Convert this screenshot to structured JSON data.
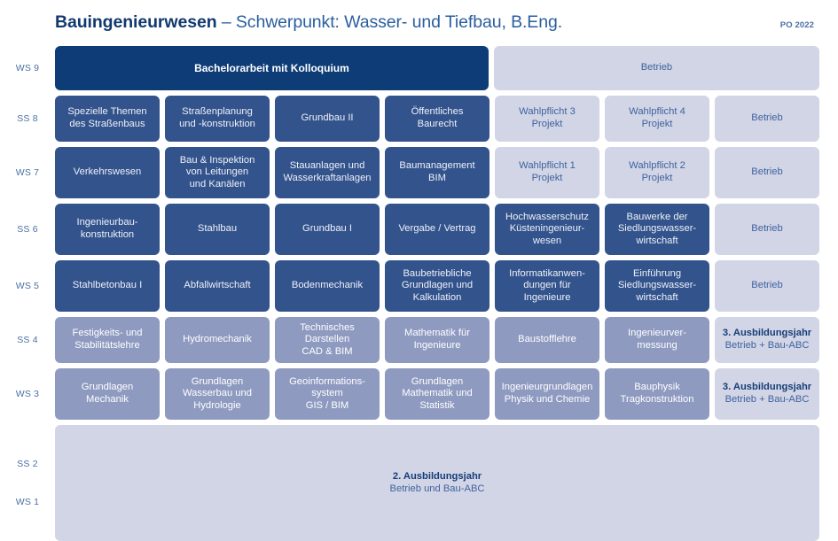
{
  "header": {
    "title_strong": "Bauingenieurwesen",
    "title_rest": " – Schwerpunkt: Wasser- und Tiefbau, B.Eng.",
    "po_label": "PO 2022"
  },
  "semesters": [
    "WS 9",
    "SS 8",
    "WS 7",
    "SS 6",
    "WS 5",
    "SS 4",
    "WS 3",
    "SS 2",
    "WS 1"
  ],
  "rows": [
    {
      "semester": "WS 9",
      "cells": [
        {
          "label": "Bachelorarbeit mit Kolloquium",
          "style": "dark",
          "span": 4
        },
        {
          "label": "Betrieb",
          "style": "light",
          "span": 3
        }
      ]
    },
    {
      "semester": "SS 8",
      "cells": [
        {
          "label": "Spezielle Themen\ndes Straßenbaus",
          "style": "mid",
          "span": 1
        },
        {
          "label": "Straßenplanung\nund -konstruktion",
          "style": "mid",
          "span": 1
        },
        {
          "label": "Grundbau II",
          "style": "mid",
          "span": 1
        },
        {
          "label": "Öffentliches\nBaurecht",
          "style": "mid",
          "span": 1
        },
        {
          "label": "Wahlpflicht 3\nProjekt",
          "style": "light",
          "span": 1
        },
        {
          "label": "Wahlpflicht 4\nProjekt",
          "style": "light",
          "span": 1
        },
        {
          "label": "Betrieb",
          "style": "light",
          "span": 1
        }
      ]
    },
    {
      "semester": "WS 7",
      "cells": [
        {
          "label": "Verkehrswesen",
          "style": "mid",
          "span": 1
        },
        {
          "label": "Bau & Inspektion\nvon Leitungen\nund Kanälen",
          "style": "mid",
          "span": 1
        },
        {
          "label": "Stauanlagen und\nWasserkraftanlagen",
          "style": "mid",
          "span": 1
        },
        {
          "label": "Baumanagement\nBIM",
          "style": "mid",
          "span": 1
        },
        {
          "label": "Wahlpflicht 1\nProjekt",
          "style": "light",
          "span": 1
        },
        {
          "label": "Wahlpflicht 2\nProjekt",
          "style": "light",
          "span": 1
        },
        {
          "label": "Betrieb",
          "style": "light",
          "span": 1
        }
      ]
    },
    {
      "semester": "SS 6",
      "cells": [
        {
          "label": "Ingenieurbau-\nkonstruktion",
          "style": "mid",
          "span": 1
        },
        {
          "label": "Stahlbau",
          "style": "mid",
          "span": 1
        },
        {
          "label": "Grundbau I",
          "style": "mid",
          "span": 1
        },
        {
          "label": "Vergabe / Vertrag",
          "style": "mid",
          "span": 1
        },
        {
          "label": "Hochwasserschutz\nKüsteningenieur-\nwesen",
          "style": "mid",
          "span": 1
        },
        {
          "label": "Bauwerke der\nSiedlungswasser-\nwirtschaft",
          "style": "mid",
          "span": 1
        },
        {
          "label": "Betrieb",
          "style": "light",
          "span": 1
        }
      ]
    },
    {
      "semester": "WS 5",
      "cells": [
        {
          "label": "Stahlbetonbau I",
          "style": "mid",
          "span": 1
        },
        {
          "label": "Abfallwirtschaft",
          "style": "mid",
          "span": 1
        },
        {
          "label": "Bodenmechanik",
          "style": "mid",
          "span": 1
        },
        {
          "label": "Baubetriebliche\nGrundlagen und\nKalkulation",
          "style": "mid",
          "span": 1
        },
        {
          "label": "Informatikanwen-\ndungen für\nIngenieure",
          "style": "mid",
          "span": 1
        },
        {
          "label": "Einführung\nSiedlungswasser-\nwirtschaft",
          "style": "mid",
          "span": 1
        },
        {
          "label": "Betrieb",
          "style": "light",
          "span": 1
        }
      ]
    },
    {
      "semester": "SS 4",
      "cells": [
        {
          "label": "Festigkeits- und\nStabilitätslehre",
          "style": "slate",
          "span": 1
        },
        {
          "label": "Hydromechanik",
          "style": "slate",
          "span": 1
        },
        {
          "label": "Technisches\nDarstellen\nCAD & BIM",
          "style": "slate",
          "span": 1
        },
        {
          "label": "Mathematik für\nIngenieure",
          "style": "slate",
          "span": 1
        },
        {
          "label": "Baustofflehre",
          "style": "slate",
          "span": 1
        },
        {
          "label": "Ingenieurver-\nmessung",
          "style": "slate",
          "span": 1
        },
        {
          "label": "3. Ausbildungsjahr",
          "sub": "Betrieb + Bau-ABC",
          "style": "light",
          "span": 1
        }
      ]
    },
    {
      "semester": "WS 3",
      "cells": [
        {
          "label": "Grundlagen\nMechanik",
          "style": "slate",
          "span": 1
        },
        {
          "label": "Grundlagen\nWasserbau und\nHydrologie",
          "style": "slate",
          "span": 1
        },
        {
          "label": "Geoinformations-\nsystem\nGIS / BIM",
          "style": "slate",
          "span": 1
        },
        {
          "label": "Grundlagen\nMathematik und\nStatistik",
          "style": "slate",
          "span": 1
        },
        {
          "label": "Ingenieurgrundlagen\nPhysik und Chemie",
          "style": "slate",
          "span": 1
        },
        {
          "label": "Bauphysik\nTragkonstruktion",
          "style": "slate",
          "span": 1
        },
        {
          "label": "3. Ausbildungsjahr",
          "sub": "Betrieb + Bau-ABC",
          "style": "light",
          "span": 1
        }
      ]
    }
  ],
  "bottom_block": {
    "semester_top": "SS 2",
    "semester_bottom": "WS 1",
    "label": "2. Ausbildungsjahr",
    "sub": "Betrieb und Bau-ABC",
    "style": "light"
  },
  "colors": {
    "dark_navy": "#0e3c77",
    "mid_navy": "#33538c",
    "slate_blue": "#8e9ac0",
    "light_lavender": "#d2d5e5",
    "title_blue": "#164a86",
    "label_blue": "#4a6fa5"
  }
}
